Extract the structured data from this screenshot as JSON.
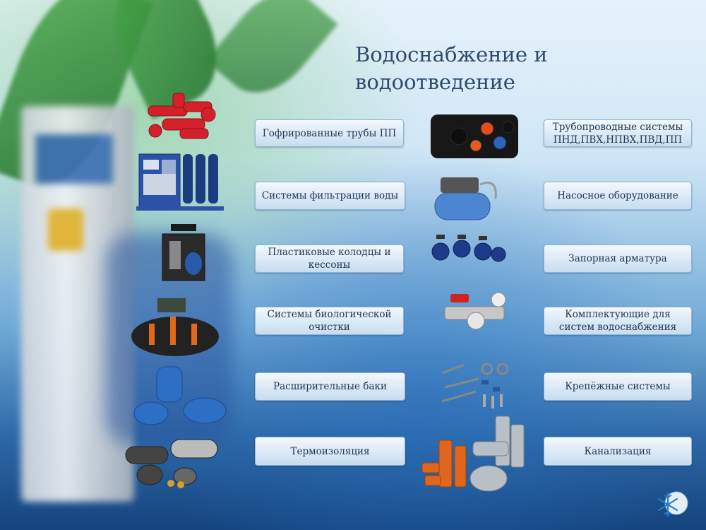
{
  "title_line1": "Водоснабжение и",
  "title_line2": "водоотведение",
  "left_items": [
    "Гофрированные трубы ПП",
    "Системы фильтрации воды",
    "Пластиковые колодцы и кессоны",
    "Системы биологической очистки",
    "Расширительные баки",
    "Термоизоляция"
  ],
  "right_items": [
    "Трубопроводные системы ПНД,ПВХ,НПВХ,ПВД,ПП",
    "Насосное оборудование",
    "Запорная арматура",
    "Комплектующие для систем водоснабжения",
    "Крепёжные системы",
    "Канализация"
  ],
  "icons": {
    "corrugated_pipes": "corrugated-pipes-icon",
    "filtration": "filtration-system-icon",
    "well": "plastic-well-icon",
    "bio": "bio-treatment-icon",
    "tanks": "expansion-tank-icon",
    "insulation": "insulation-icon",
    "pipes": "pipe-systems-icon",
    "pump": "pump-icon",
    "valves": "valves-icon",
    "fittings": "fittings-icon",
    "fasteners": "fasteners-icon",
    "sewer": "sewer-pipes-icon",
    "logo": "snowflake-logo-icon"
  },
  "colors": {
    "title": "#2e4a6e",
    "button_text": "#1e3554",
    "button_border": "#8fb4d6"
  }
}
